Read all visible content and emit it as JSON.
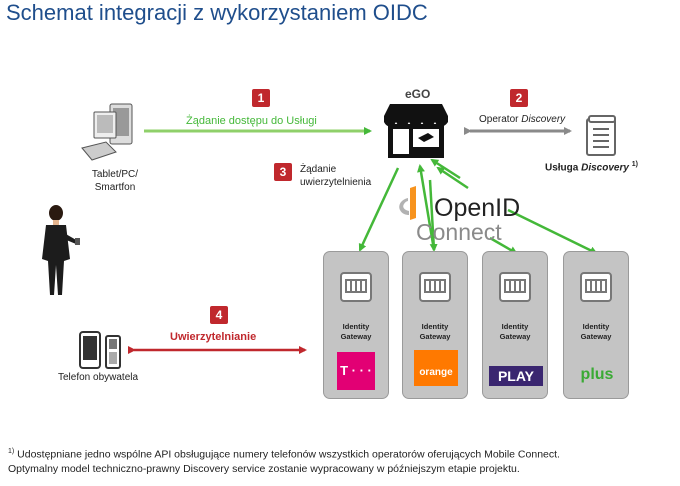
{
  "title": "Schemat integracji z wykorzystaniem OIDC",
  "badges": [
    "1",
    "2",
    "3",
    "4"
  ],
  "labels": {
    "step1": "Żądanie dostępu do Usługi",
    "step2_prefix": "Operator ",
    "step2_italic": "Discovery",
    "step3_line1": "Żądanie",
    "step3_line2": "uwierzytelnienia",
    "step4": "Uwierzytelnianie",
    "ego": "eGO",
    "devices_line1": "Tablet/PC/",
    "devices_line2": "Smartfon",
    "phone": "Telefon obywatela",
    "discovery_prefix": "Usługa ",
    "discovery_italic": "Discovery",
    "discovery_sup": "1)",
    "openid": "OpenID",
    "connect": "Connect"
  },
  "gateways": [
    {
      "line1": "Identity",
      "line2": "Gateway",
      "logo": "T · · ·",
      "logo_color": "#e20074",
      "text_color": "#ffffff"
    },
    {
      "line1": "Identity",
      "line2": "Gateway",
      "logo": "orange",
      "logo_color": "#ff7900",
      "text_color": "#ffffff"
    },
    {
      "line1": "Identity",
      "line2": "Gateway",
      "logo": "PLAY",
      "logo_color": "#3a2670",
      "text_color": "#ffffff"
    },
    {
      "line1": "Identity",
      "line2": "Gateway",
      "logo": "plus",
      "logo_color": "#c4c4c4",
      "text_color": "#3aaa35"
    }
  ],
  "footnote": {
    "sup": "1)",
    "line1": " Udostępniane jedno wspólne API obsługujące numery telefonów  wszystkich operatorów oferujących Mobile Connect.",
    "line2": "Optymalny model techniczno-prawny Discovery service zostanie wypracowany w późniejszym etapie projektu."
  },
  "colors": {
    "green": "#44b839",
    "red": "#c0282d",
    "gray": "#8a8a8a",
    "title": "#1f4e8c"
  }
}
